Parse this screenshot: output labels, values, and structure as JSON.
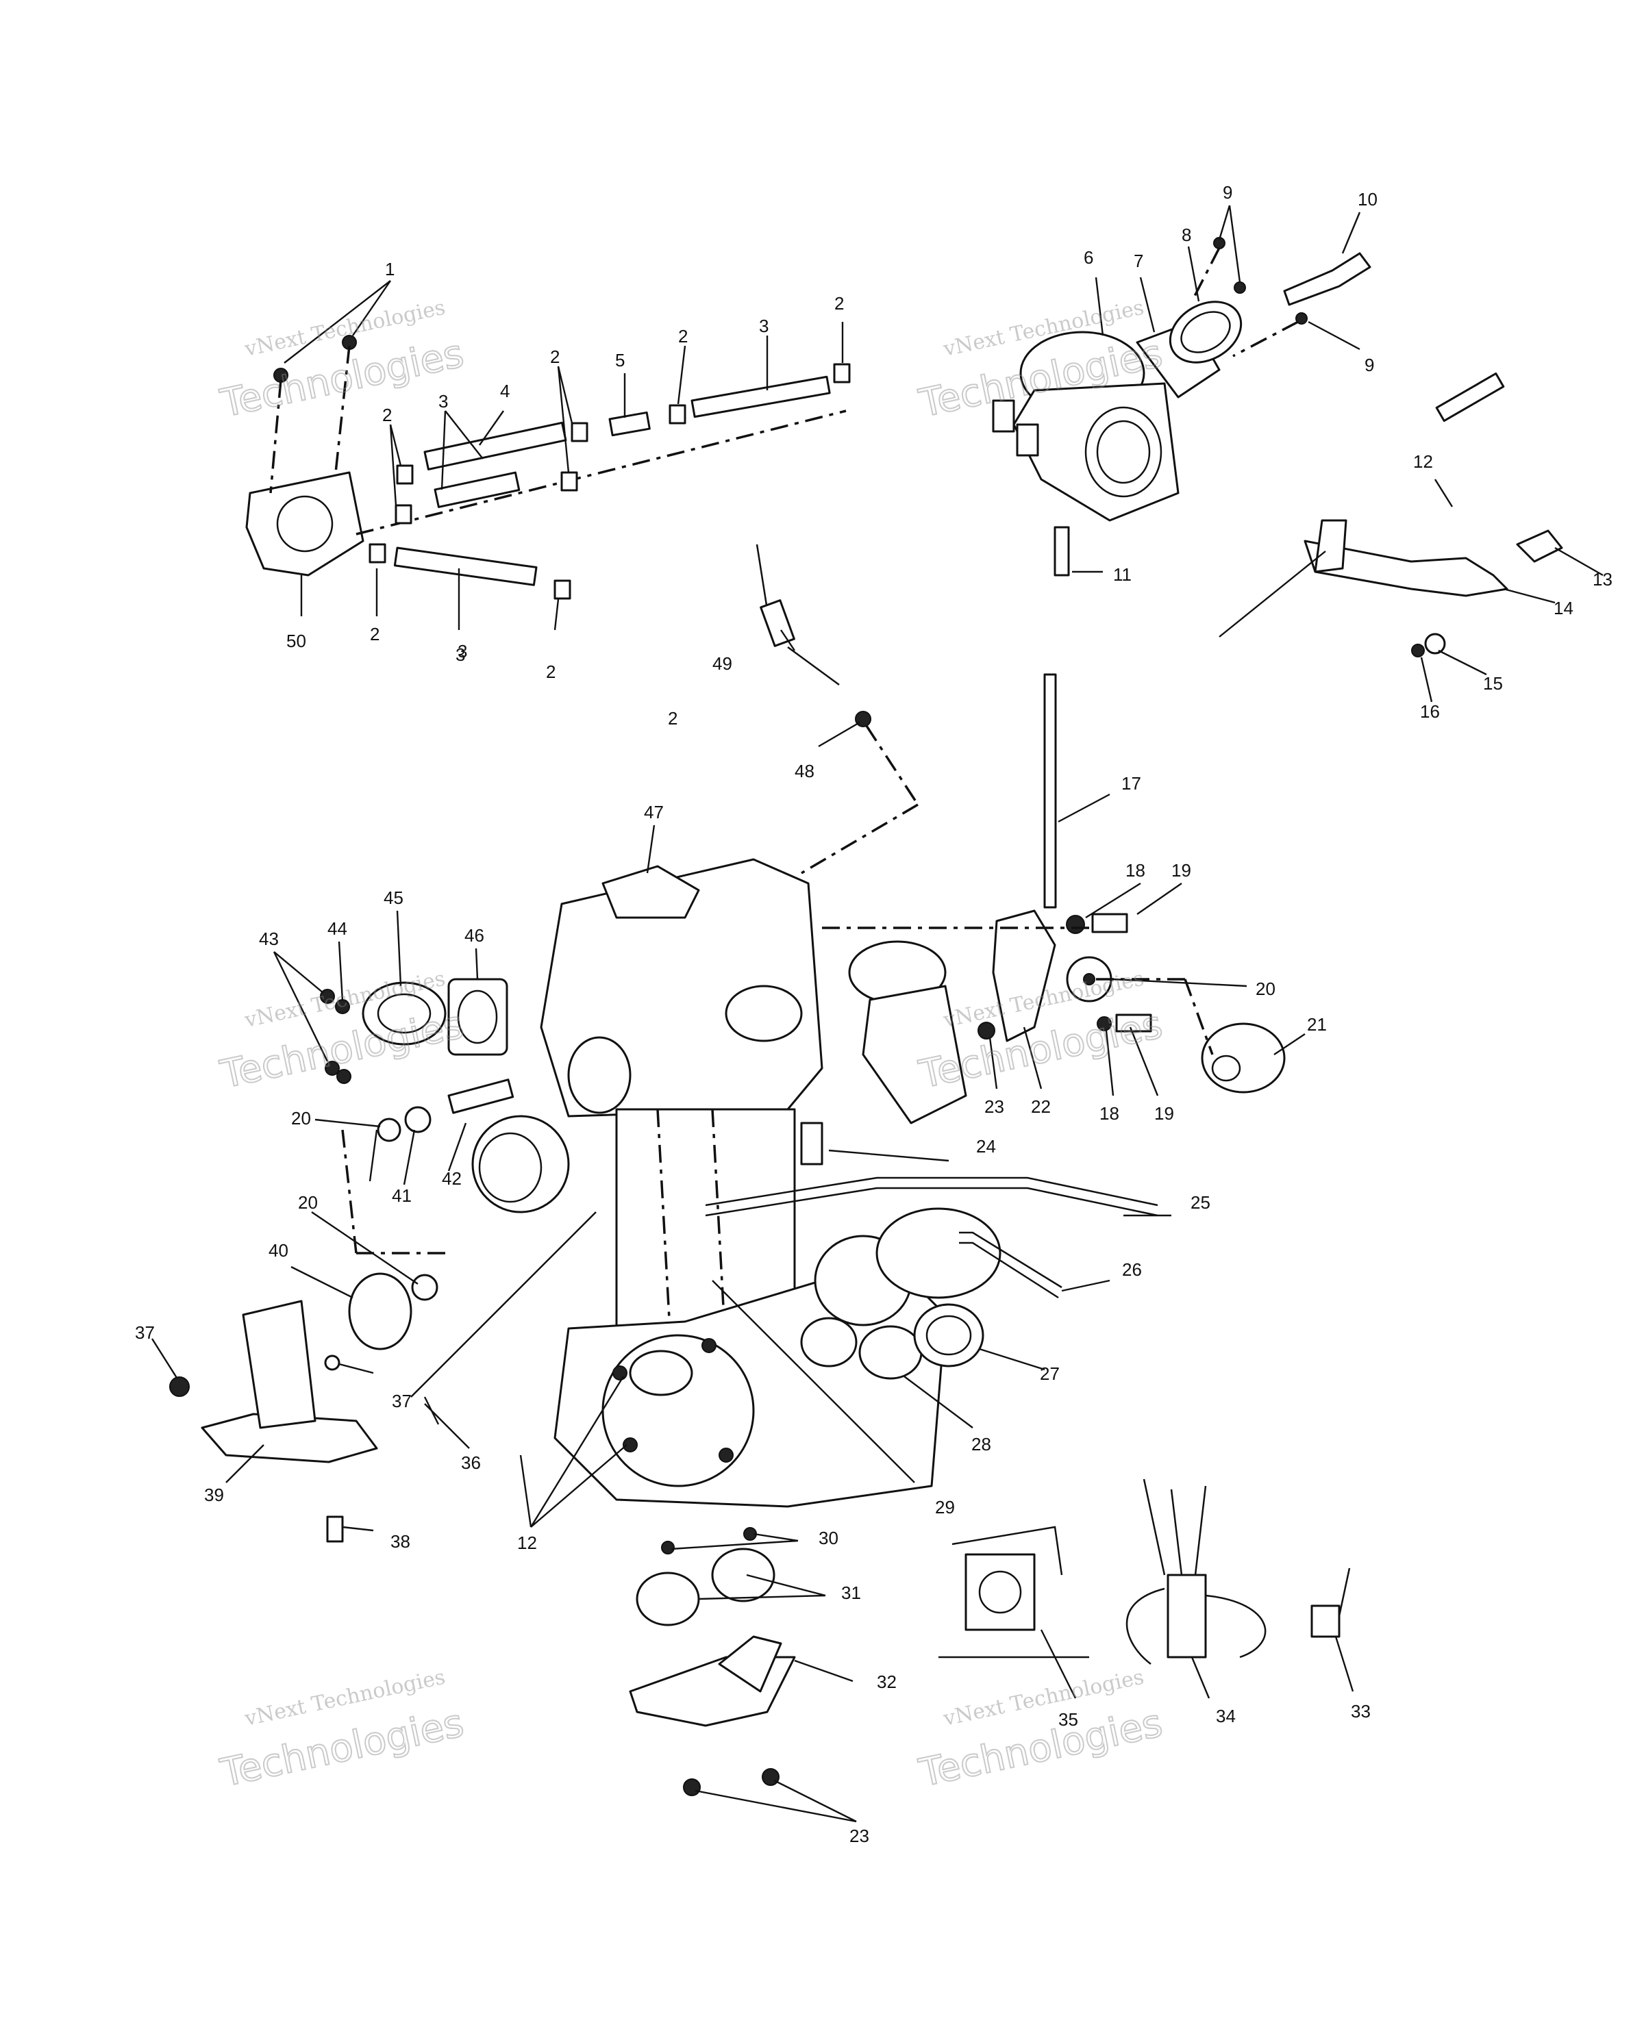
{
  "diagram": {
    "callouts": [
      "1",
      "2",
      "2",
      "2",
      "2",
      "2",
      "2",
      "2",
      "3",
      "3",
      "3",
      "3",
      "4",
      "5",
      "6",
      "7",
      "8",
      "9",
      "9",
      "10",
      "11",
      "12",
      "13",
      "14",
      "15",
      "16",
      "17",
      "18",
      "19",
      "20",
      "21",
      "22",
      "23",
      "18",
      "19",
      "20",
      "41",
      "42",
      "24",
      "25",
      "26",
      "20",
      "40",
      "37",
      "37",
      "36",
      "39",
      "38",
      "12",
      "27",
      "28",
      "29",
      "30",
      "31",
      "32",
      "23",
      "33",
      "34",
      "35",
      "43",
      "44",
      "45",
      "46",
      "47",
      "48",
      "49",
      "50"
    ]
  },
  "watermark": {
    "line1": "vNext Technologies",
    "line2": "Technologies"
  }
}
